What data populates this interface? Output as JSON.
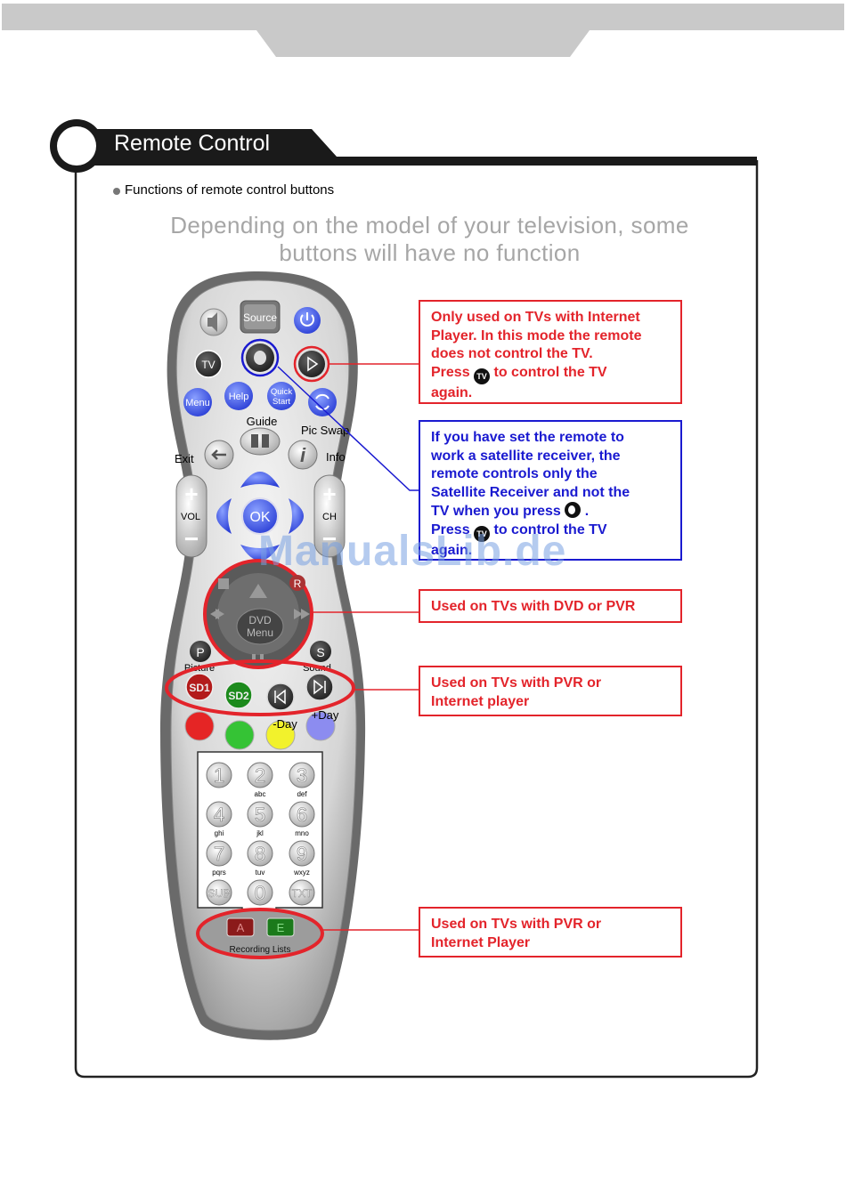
{
  "header": {
    "title": "Remote Control"
  },
  "section": {
    "subheading": "Functions of remote control buttons",
    "note": "Depending on the model of your television, some buttons will have no function"
  },
  "remote": {
    "top_row": [
      "Source"
    ],
    "tv": "TV",
    "menu": "Menu",
    "help": "Help",
    "quick_start_1": "Quick",
    "quick_start_2": "Start",
    "guide": "Guide",
    "pic_swap": "Pic Swap",
    "exit": "Exit",
    "info": "Info",
    "vol": "VOL",
    "ch": "CH",
    "ok": "OK",
    "dvd_menu_1": "DVD",
    "dvd_menu_2": "Menu",
    "p": "P",
    "s": "S",
    "picture": "Picture",
    "sound": "Sound",
    "r": "R",
    "sd1": "SD1",
    "sd2": "SD2",
    "minus_day": "-Day",
    "plus_day": "+Day",
    "keypad": [
      {
        "num": "1",
        "sub": ""
      },
      {
        "num": "2",
        "sub": "abc"
      },
      {
        "num": "3",
        "sub": "def"
      },
      {
        "num": "4",
        "sub": "ghi"
      },
      {
        "num": "5",
        "sub": "jkl"
      },
      {
        "num": "6",
        "sub": "mno"
      },
      {
        "num": "7",
        "sub": "pqrs"
      },
      {
        "num": "8",
        "sub": "tuv"
      },
      {
        "num": "9",
        "sub": "wxyz"
      }
    ],
    "sub_key": "SUB",
    "zero_key": "0",
    "txt_key": "TXT",
    "rec_a": "A",
    "rec_e": "E",
    "recording_lists": "Recording Lists"
  },
  "callouts": {
    "internet_player": {
      "line1": "Only used on TVs with Internet",
      "line2": "Player. In this mode the remote",
      "line3": "does not control the TV.",
      "line4a": "Press",
      "line4b": "to control the TV",
      "line5": "again."
    },
    "satellite": {
      "line1": "If you have set the remote to",
      "line2": "work a satellite receiver, the",
      "line3": "remote controls only the",
      "line4": "Satellite Receiver and not the",
      "line5a": "TV when you press",
      "line5b": ".",
      "line6a": "Press",
      "line6b": "to control the TV",
      "line7": "again."
    },
    "dvd_pvr": "Used on TVs with DVD or PVR",
    "pvr_internet_1": {
      "line1": "Used on TVs with PVR or",
      "line2": "Internet player"
    },
    "pvr_internet_2": {
      "line1": "Used on TVs with PVR or",
      "line2": "Internet Player"
    },
    "tv_chip": "TV"
  },
  "watermark": "ManualsLib.de",
  "colors": {
    "callout_red": "#e3242b",
    "callout_blue": "#1a1ad0",
    "header_black": "#1a1a1a",
    "top_band_grey": "#c8c8c8"
  }
}
